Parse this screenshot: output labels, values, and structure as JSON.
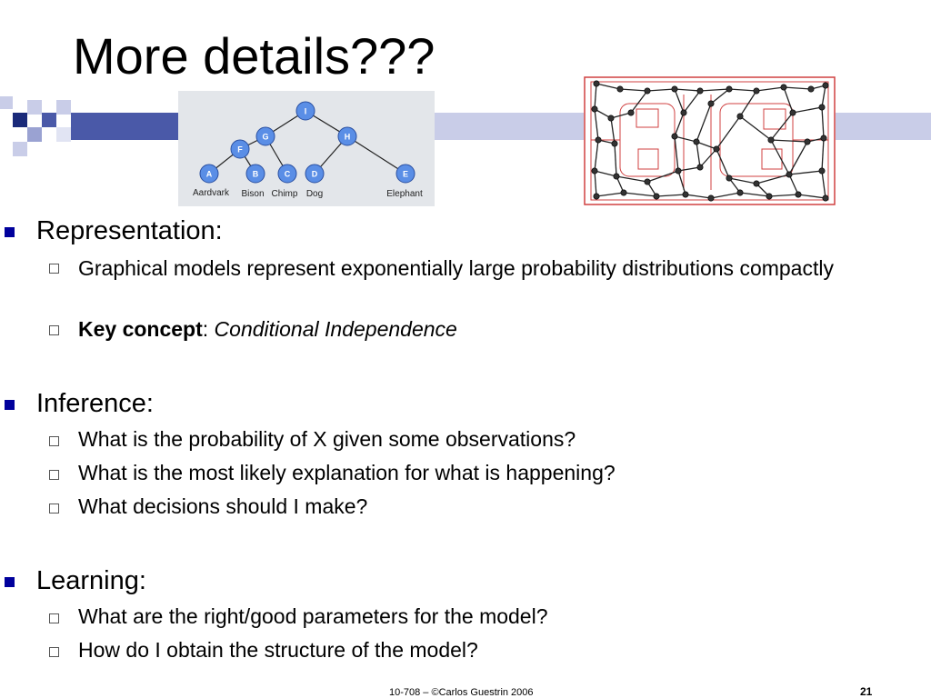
{
  "slide": {
    "title": "More details???",
    "footer": "10-708 – ©Carlos Guestrin 2006",
    "page_number": "21"
  },
  "tree_figure": {
    "nodes": [
      {
        "id": "I",
        "letter": "I"
      },
      {
        "id": "G",
        "letter": "G"
      },
      {
        "id": "H",
        "letter": "H"
      },
      {
        "id": "F",
        "letter": "F"
      },
      {
        "id": "A",
        "letter": "A",
        "label": "Aardvark"
      },
      {
        "id": "B",
        "letter": "B",
        "label": "Bison"
      },
      {
        "id": "C",
        "letter": "C",
        "label": "Chimp"
      },
      {
        "id": "D",
        "letter": "D",
        "label": "Dog"
      },
      {
        "id": "E",
        "letter": "E",
        "label": "Elephant"
      }
    ]
  },
  "colors": {
    "bullet_primary": "#00009c",
    "band_dark": "#4a59a8",
    "band_light": "#c9cde8",
    "node_fill": "#5a8ee6",
    "map_edge": "#d04040"
  },
  "sections": [
    {
      "heading": "Representation:",
      "items": [
        {
          "text": "Graphical models represent exponentially large probability distributions compactly"
        },
        {
          "bold": "Key concept",
          "sep": ": ",
          "italic": "Conditional Independence"
        }
      ]
    },
    {
      "heading": "Inference:",
      "items": [
        {
          "text": "What is the probability of X given some observations?"
        },
        {
          "text": "What is the most likely explanation for what is happening?"
        },
        {
          "text": "What decisions should I make?"
        }
      ]
    },
    {
      "heading": "Learning:",
      "items": [
        {
          "text": "What are the right/good parameters for the model?"
        },
        {
          "text": "How do I obtain the structure of the model?"
        }
      ]
    }
  ]
}
